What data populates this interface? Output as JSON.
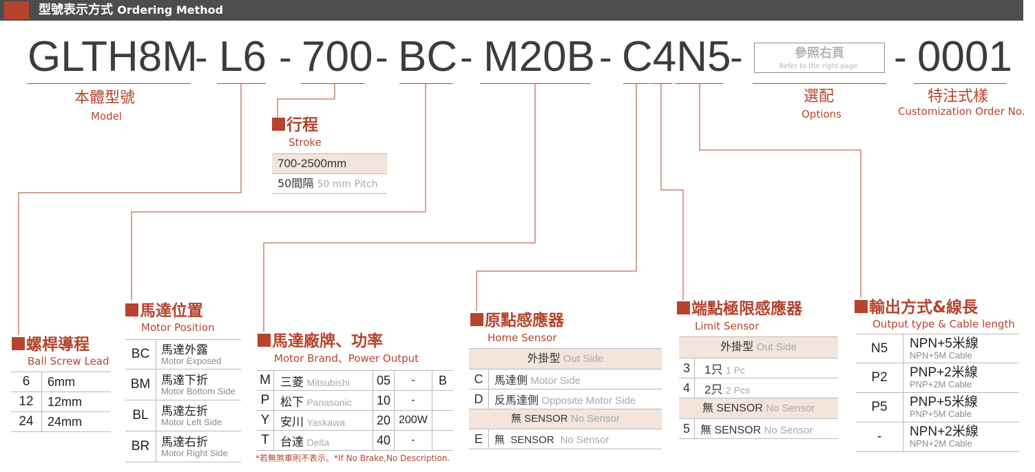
{
  "banner": {
    "title_zh": "型號表示方式",
    "title_en": "Ordering Method"
  },
  "code": {
    "model": "GLTH8M",
    "lead": "L6",
    "stroke": "700",
    "motor_pos": "BC",
    "motor": "M20B",
    "sensor": "C4N5",
    "ext": "0001",
    "dash": "-",
    "ref_zh": "參照右頁",
    "ref_en": "Refer to the right page."
  },
  "labels": {
    "model_zh": "本體型號",
    "model_en": "Model",
    "options_zh": "選配",
    "options_en": "Options",
    "custom_zh": "特注式樣",
    "custom_en": "Customization Order No."
  },
  "stroke": {
    "title_zh": "行程",
    "title_en": "Stroke",
    "range": "700-2500mm",
    "pitch_zh": "50間隔",
    "pitch_en": "50 mm Pitch"
  },
  "lead": {
    "title_zh": "螺桿導程",
    "title_en": "Ball Screw Lead",
    "rows": [
      {
        "code": "6",
        "val": "6mm"
      },
      {
        "code": "12",
        "val": "12mm"
      },
      {
        "code": "24",
        "val": "24mm"
      }
    ]
  },
  "position": {
    "title_zh": "馬達位置",
    "title_en": "Motor Position",
    "rows": [
      {
        "code": "BC",
        "zh": "馬達外露",
        "en": "Motor Exposed"
      },
      {
        "code": "BM",
        "zh": "馬達下折",
        "en": "Motor Bottom Side"
      },
      {
        "code": "BL",
        "zh": "馬達左折",
        "en": "Motor Left Side"
      },
      {
        "code": "BR",
        "zh": "馬達右折",
        "en": "Motor Right Side"
      }
    ]
  },
  "brand": {
    "title_zh": "馬達廠牌、功率",
    "title_en": "Motor Brand、Power Output",
    "rows": [
      {
        "code": "M",
        "zh": "三菱",
        "en": "Mitsubishi",
        "num": "05",
        "power": "-",
        "brake": "B"
      },
      {
        "code": "P",
        "zh": "松下",
        "en": "Panasonic",
        "num": "10",
        "power": "-",
        "brake": ""
      },
      {
        "code": "Y",
        "zh": "安川",
        "en": "Yaskawa",
        "num": "20",
        "power": "200W",
        "brake": ""
      },
      {
        "code": "T",
        "zh": "台達",
        "en": "Delta",
        "num": "40",
        "power": "-",
        "brake": ""
      }
    ],
    "note": "*若無煞車則不表示。*If No Brake,No Description."
  },
  "home": {
    "title_zh": "原點感應器",
    "title_en": "Home Sensor",
    "group1_zh": "外掛型",
    "group1_en": "Out Side",
    "rows": [
      {
        "code": "C",
        "zh": "馬達側",
        "en": "Motor Side"
      },
      {
        "code": "D",
        "zh": "反馬達側",
        "en": "Opposite Motor Side"
      }
    ],
    "group2_zh": "無 SENSOR",
    "group2_en": "No Sensor",
    "row_e": {
      "code": "E",
      "zh": "無  SENSOR",
      "en": "No Sensor"
    }
  },
  "limit": {
    "title_zh": "端點極限感應器",
    "title_en": "Limit Sensor",
    "group1_zh": "外掛型",
    "group1_en": "Out Side",
    "rows": [
      {
        "code": "3",
        "zh": "1只",
        "en": "1 Pc"
      },
      {
        "code": "4",
        "zh": "2只",
        "en": "2 Pcs"
      }
    ],
    "group2_zh": "無 SENSOR",
    "group2_en": "No Sensor",
    "row5": {
      "code": "5",
      "zh": "無 SENSOR",
      "en": "No Sensor"
    }
  },
  "output": {
    "title_zh": "輸出方式&線長",
    "title_en": "Output type & Cable length",
    "rows": [
      {
        "code": "N5",
        "zh": "NPN+5米線",
        "en": "NPN+5M Cable"
      },
      {
        "code": "P2",
        "zh": "PNP+2米線",
        "en": "PNP+2M Cable"
      },
      {
        "code": "P5",
        "zh": "PNP+5米線",
        "en": "PNP+5M Cable"
      },
      {
        "code": "-",
        "zh": "NPN+2米線",
        "en": "NPN+2M Cable"
      }
    ]
  },
  "colors": {
    "accent": "#b6432d",
    "banner": "#4d4d4d",
    "shade": "#f3e5dc"
  }
}
